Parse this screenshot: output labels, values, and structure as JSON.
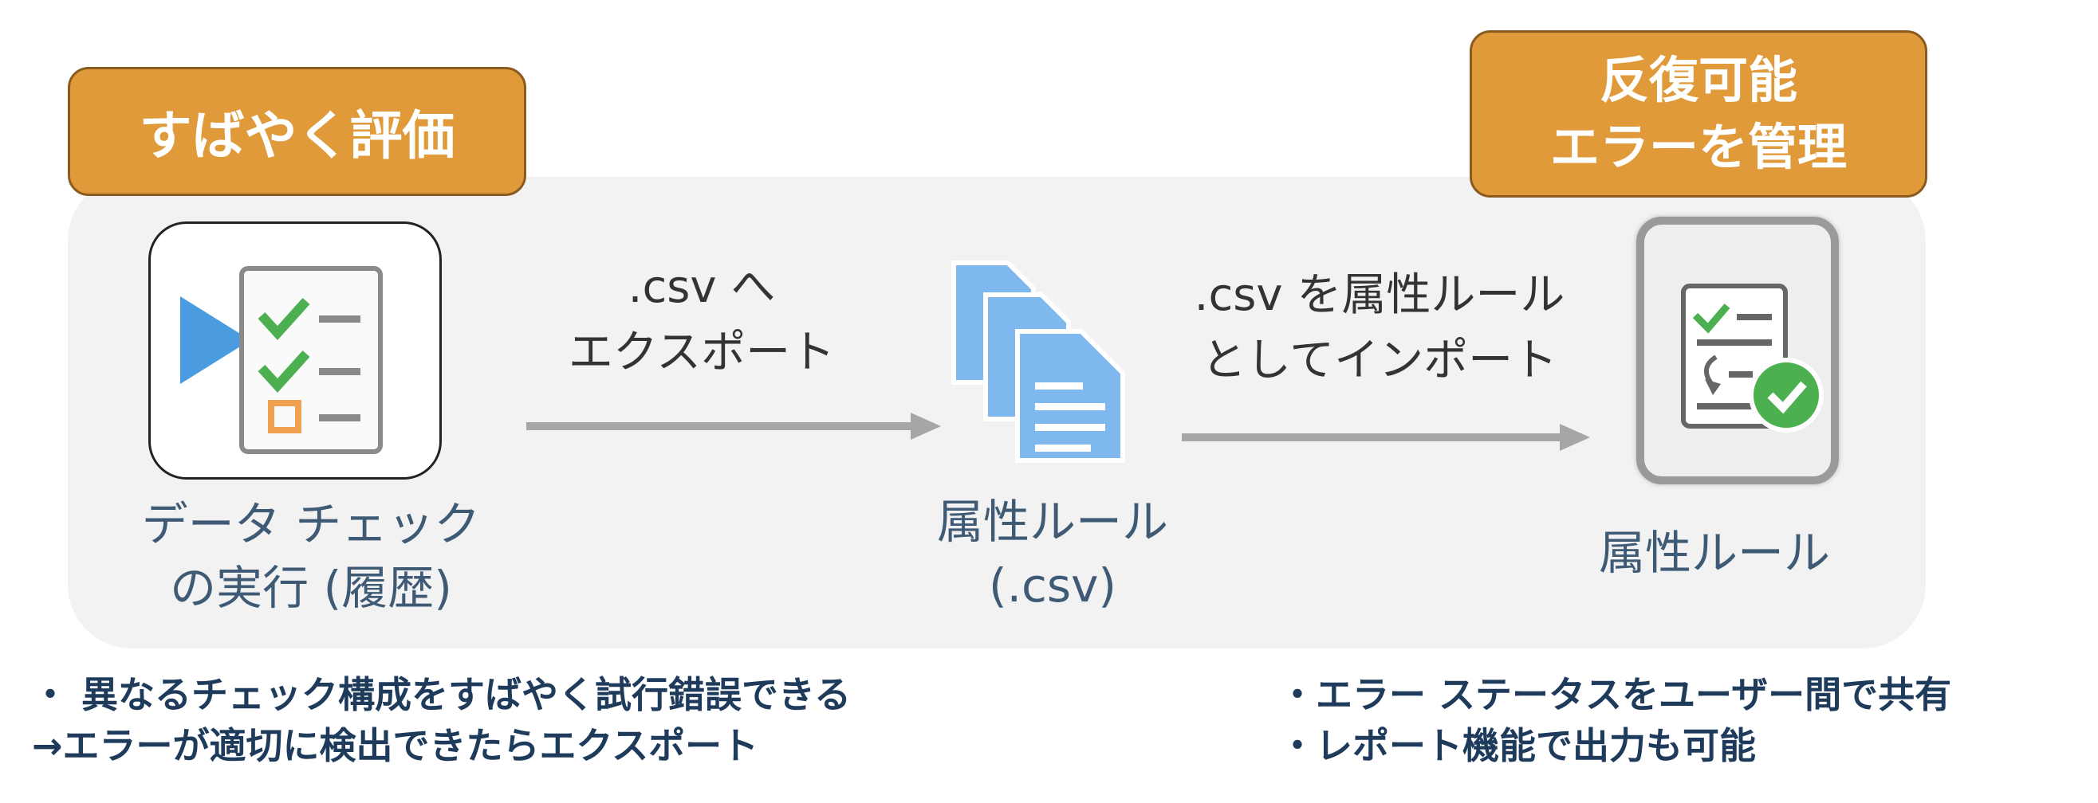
{
  "badges": {
    "left": "すばやく評価",
    "right_line1": "反復可能",
    "right_line2": "エラーを管理"
  },
  "steps": {
    "step1_line1": "データ チェック",
    "step1_line2": "の実行 (履歴)",
    "step2_line1": "属性ルール",
    "step2_line2": "(.csv)",
    "step3": "属性ルール"
  },
  "arrows": {
    "export_line1": ".csv へ",
    "export_line2": "エクスポート",
    "import_line1": ".csv を属性ルール",
    "import_line2": "としてインポート"
  },
  "notes": {
    "left": [
      "・ 異なるチェック構成をすばやく試行錯誤できる",
      "→エラーが適切に検出できたらエクスポート"
    ],
    "right": [
      "・エラー ステータスをユーザー間で共有",
      "・レポート機能で出力も可能"
    ]
  },
  "colors": {
    "badge": "#e09a3a",
    "panel": "#f2f2f2",
    "label_text": "#3e5a75",
    "note_text": "#1f3b5c",
    "arrow": "#a6a6a6",
    "doc_blue": "#7fb8ee",
    "check_green": "#4caf50"
  },
  "icons": [
    "play-icon",
    "checklist-icon",
    "csv-documents-icon",
    "attribute-rules-icon"
  ]
}
